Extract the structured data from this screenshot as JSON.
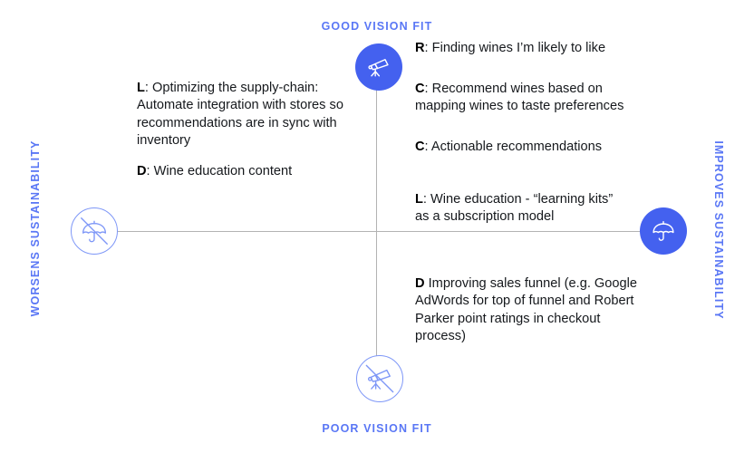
{
  "axes": {
    "top_label": "GOOD VISION FIT",
    "bottom_label": "POOR VISION FIT",
    "left_label": "WORSENS SUSTAINABILITY",
    "right_label": "IMPROVES SUSTAINABILITY"
  },
  "colors": {
    "accent_blue": "#4461ef",
    "label_blue": "#5a77f5",
    "outline_blue": "#7e97f7",
    "axis_gray": "#b3b3b3",
    "text_black": "#15181c",
    "background": "#ffffff"
  },
  "icons": {
    "top": {
      "name": "telescope-icon",
      "style": "filled-circle"
    },
    "bottom": {
      "name": "telescope-prohibited-icon",
      "style": "outlined-circle"
    },
    "left": {
      "name": "umbrella-prohibited-icon",
      "style": "outlined-circle"
    },
    "right": {
      "name": "umbrella-icon",
      "style": "filled-circle"
    }
  },
  "notes": {
    "l_supply_chain": {
      "tag": "L",
      "text": ": Optimizing the supply-chain: Automate integration with stores so recommendations are in sync with inventory"
    },
    "d_wine_education": {
      "tag": "D",
      "text": ": Wine education content"
    },
    "r_finding_wines": {
      "tag": "R",
      "text": ": Finding wines I’m likely to like"
    },
    "c_recommend_wines": {
      "tag": "C",
      "text": ": Recommend wines based on mapping wines to taste preferences"
    },
    "c_actionable": {
      "tag": "C",
      "text": ": Actionable recommendations"
    },
    "l_learning_kits": {
      "tag": "L",
      "text": ": Wine education - “learning kits” as a subscription model"
    },
    "d_sales_funnel": {
      "tag": "D",
      "text": " Improving sales funnel (e.g. Google AdWords for top of funnel and Robert Parker point ratings in checkout process)"
    }
  }
}
